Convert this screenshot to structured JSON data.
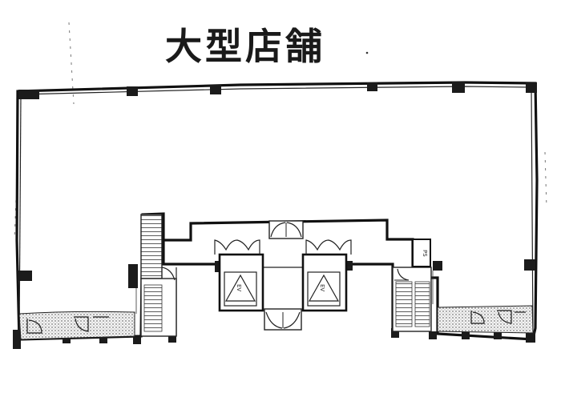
{
  "plan": {
    "title": "大型店舗",
    "elevator_labels": [
      "EV",
      "EV"
    ],
    "small_room_label": "PS"
  }
}
